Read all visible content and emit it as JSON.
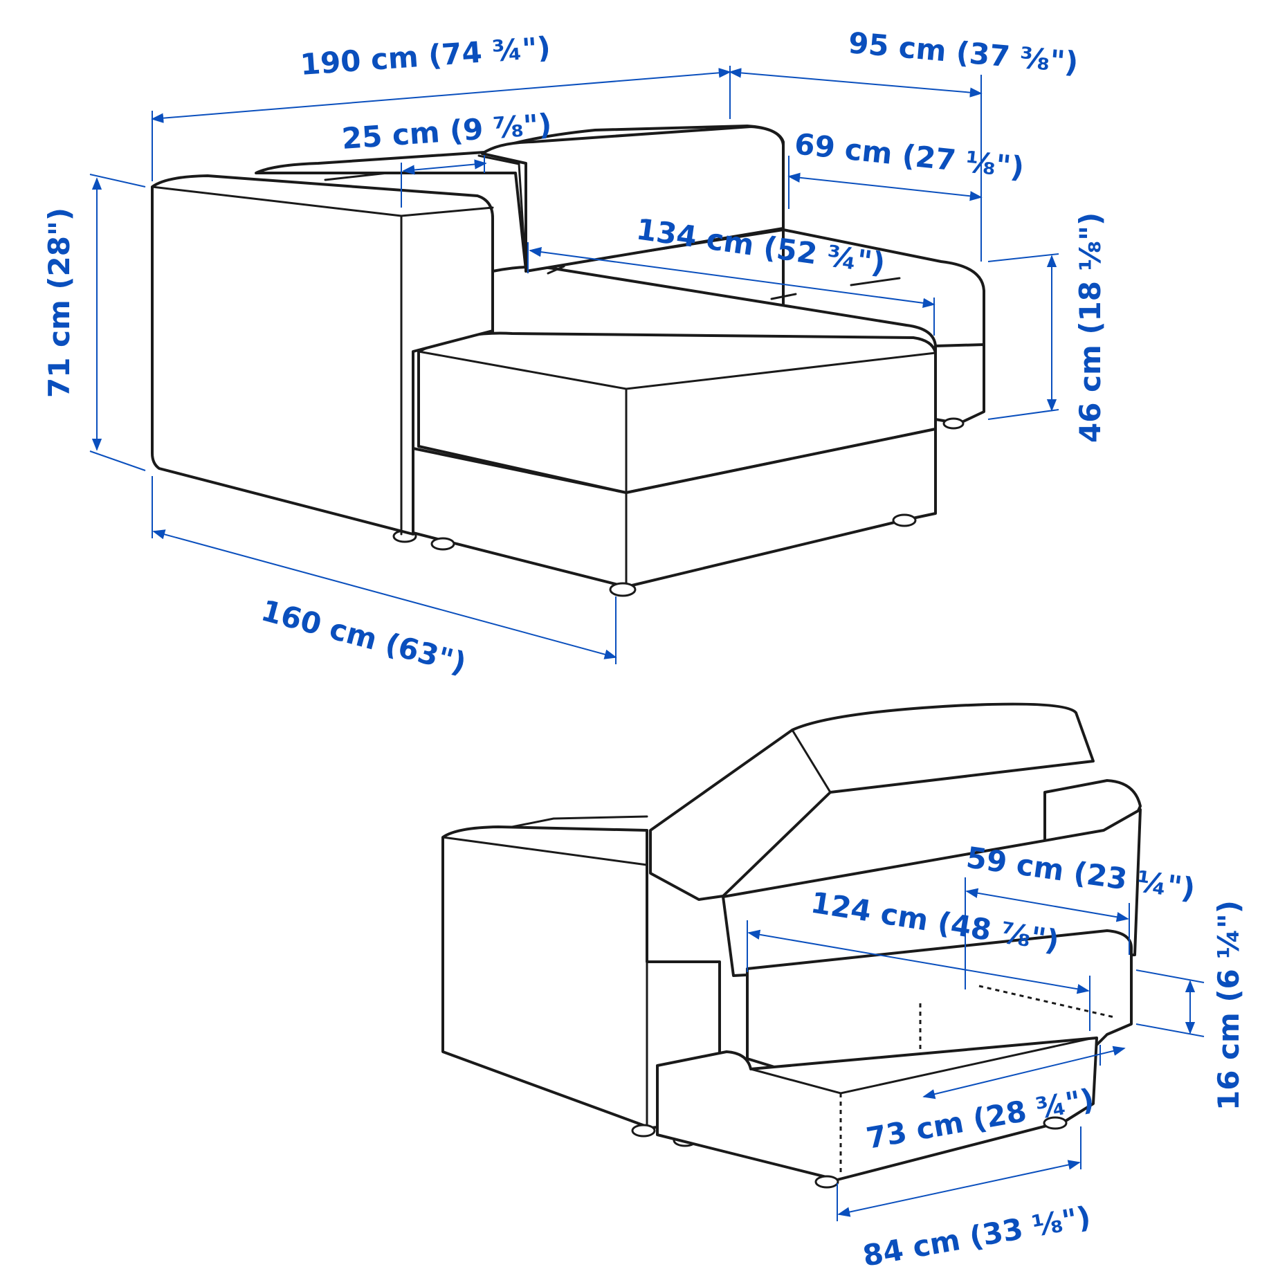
{
  "colors": {
    "dimension": "#0a4fbd",
    "outline": "#1a1a1a",
    "background": "#ffffff"
  },
  "dimensions": {
    "total_width": "190 cm (74 ¾\")",
    "depth": "95 cm (37 ⅜\")",
    "armrest_width": "25 cm (9 ⅞\")",
    "seat_depth": "69 cm (27 ⅛\")",
    "seat_width": "134 cm (52 ¾\")",
    "back_height": "71 cm (28\")",
    "seat_height": "46 cm (18 ⅛\")",
    "chaise_length": "160 cm (63\")",
    "storage_depth": "59 cm (23 ¼\")",
    "storage_width": "124 cm (48 ⅞\")",
    "storage_height": "16 cm (6 ¼\")",
    "inner_length": "73 cm (28 ¾\")",
    "outer_length": "84 cm (33 ⅛\")"
  }
}
